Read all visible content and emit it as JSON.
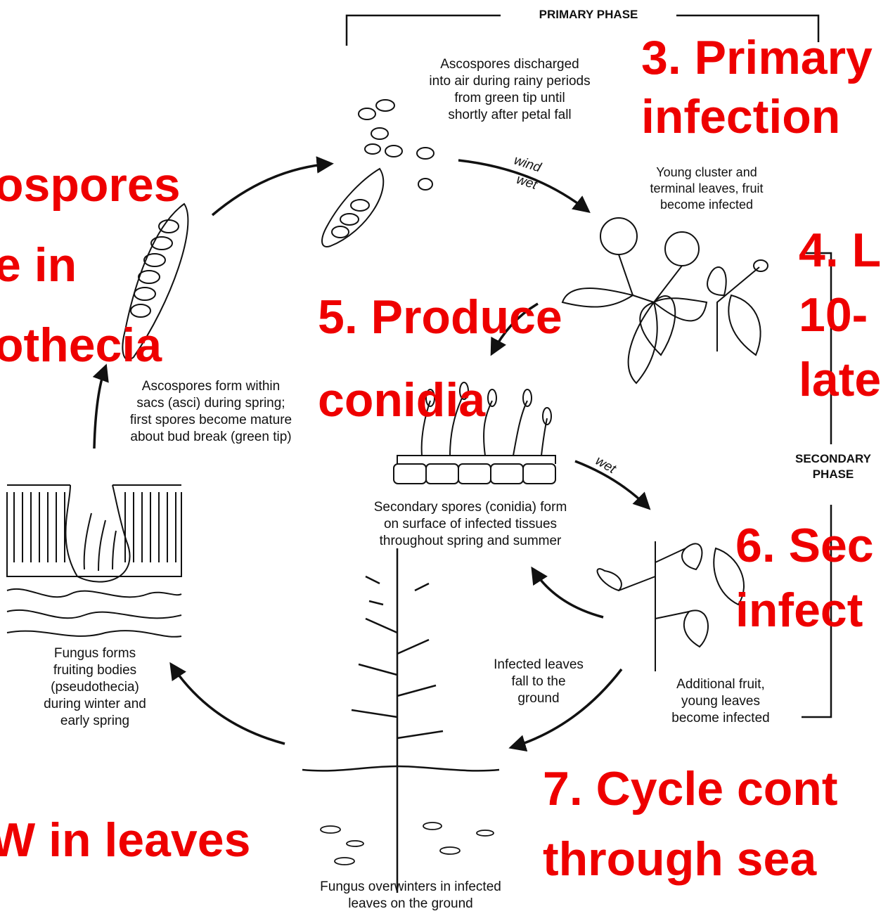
{
  "labels": {
    "primary_phase": "PRIMARY PHASE",
    "secondary_phase": "SECONDARY\nPHASE",
    "wind": "wind",
    "wet_primary": "wet",
    "wet_secondary": "wet"
  },
  "captions": {
    "ascospores_discharged": "Ascospores discharged\ninto air during rainy periods\nfrom green tip until\nshortly after petal fall",
    "young_cluster": "Young cluster and\nterminal leaves, fruit\nbecome infected",
    "ascospores_form": "Ascospores form within\nsacs (asci) during spring;\nfirst spores become mature\nabout bud break (green tip)",
    "secondary_spores": "Secondary spores (conidia) form\non surface of infected tissues\nthroughout spring and summer",
    "fungus_forms": "Fungus forms\nfruiting bodies\n(pseudothecia)\nduring winter and\nearly spring",
    "infected_leaves_fall": "Infected leaves\nfall to the\nground",
    "additional_fruit": "Additional fruit,\nyoung leaves\nbecome infected",
    "fungus_overwinters": "Fungus overwinters in infected\nleaves on the ground"
  },
  "overlay": {
    "primary_infection": "3. Primary\ninfection",
    "latent": "4. L\n10-\nlate",
    "ascospores_in_pseudothecia": "ospores\ne in\nothecia",
    "produce_conidia": "5. Produce\nconidia",
    "secondary_infection": "6. Sec\ninfect",
    "overwinter_leaves": "W in leaves",
    "cycle_continues": "7. Cycle cont\nthrough sea"
  },
  "colors": {
    "overlay_red": "#ee0000",
    "line_art": "#111111"
  }
}
